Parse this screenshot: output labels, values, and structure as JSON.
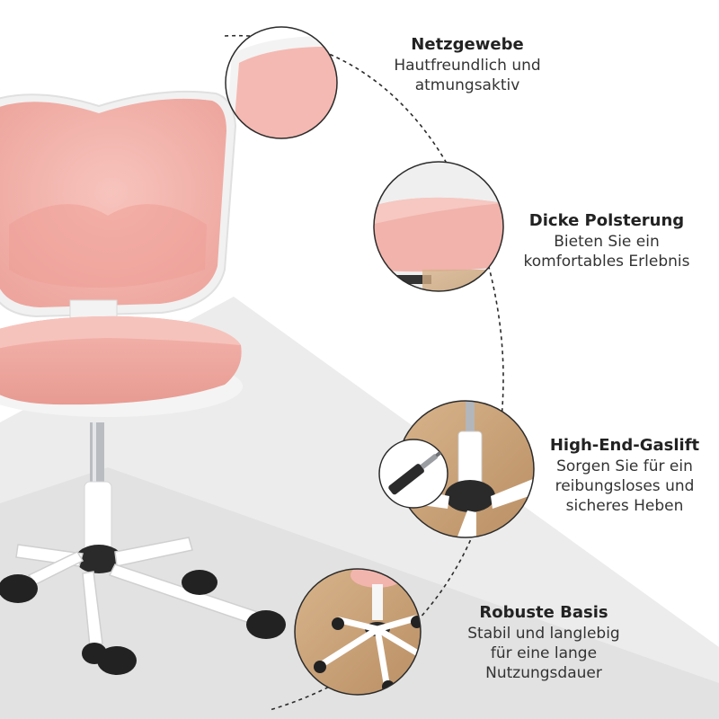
{
  "colors": {
    "mesh_pink": "#f4b7b0",
    "floor_gray": "#e6e6e6",
    "frame_white": "#ffffff",
    "wood": "#c9a27a",
    "dash_line": "#2b2b2b"
  },
  "features": [
    {
      "title": "Netzgewebe",
      "lines": [
        "Hautfreundlich und",
        "atmungsaktiv"
      ]
    },
    {
      "title": "Dicke Polsterung",
      "lines": [
        "Bieten Sie ein",
        "komfortables Erlebnis"
      ]
    },
    {
      "title": "High-End-Gaslift",
      "lines": [
        "Sorgen Sie für ein",
        "reibungsloses und",
        "sicheres Heben"
      ]
    },
    {
      "title": "Robuste Basis",
      "lines": [
        "Stabil und langlebig",
        "für eine lange",
        "Nutzungsdauer"
      ]
    }
  ]
}
